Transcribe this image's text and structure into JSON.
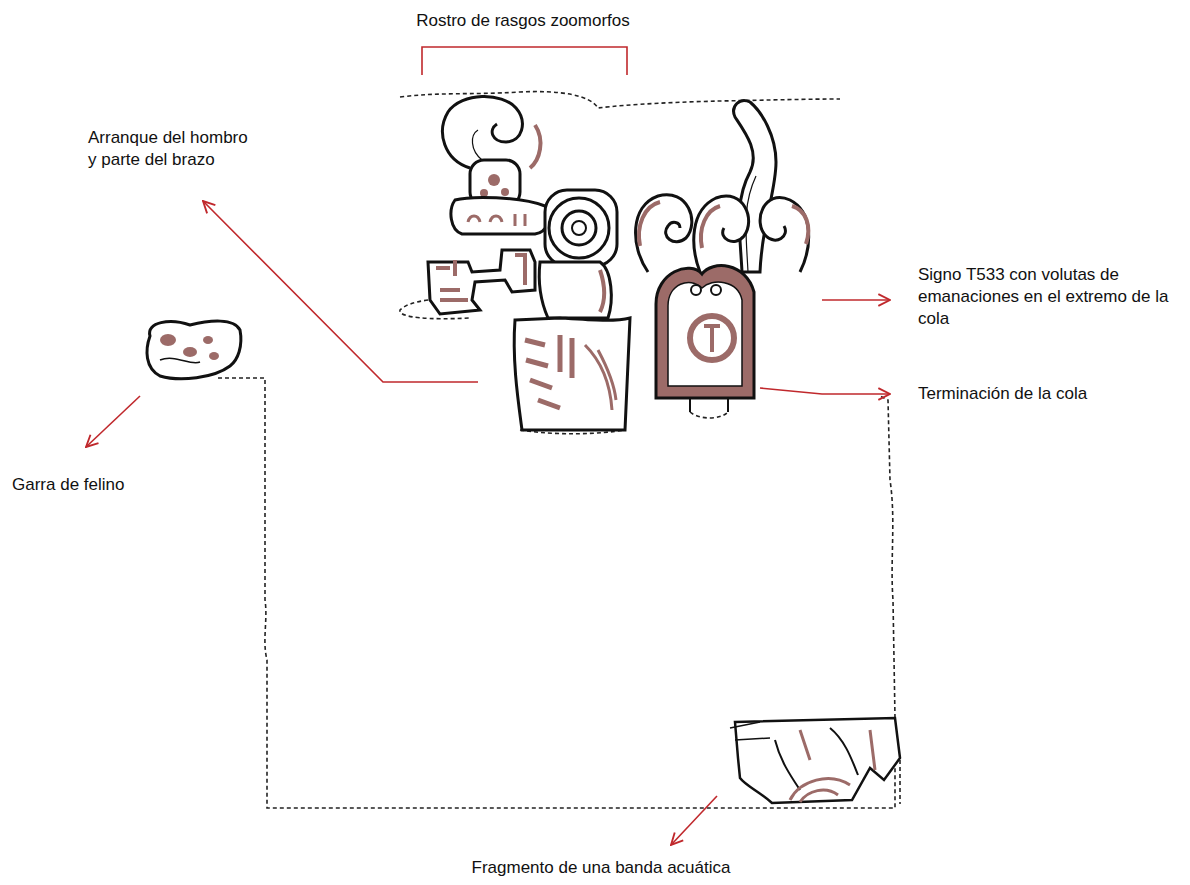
{
  "diagram": {
    "labels": [
      "Rostro de rasgos zoomorfos",
      "Arranque del hombro y parte del brazo",
      "Signo T533 con volutas de emanaciones en el extremo de la cola",
      "Terminación de la cola",
      "Garra de felino",
      "Fragmento de una banda acuática"
    ]
  }
}
